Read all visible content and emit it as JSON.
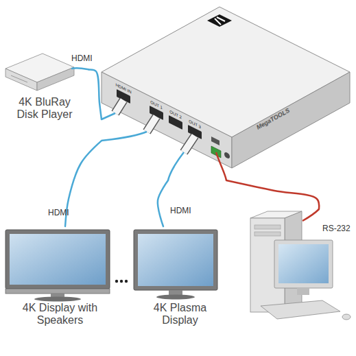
{
  "diagram": {
    "nodes": [
      {
        "text": [
          "4K BluRay Disk Player"
        ]
      },
      {
        "text": [
          "HDMI IN",
          "OUT 1",
          "OUT 2",
          "OUT 3"
        ]
      },
      {
        "text": [
          "4K Display with Speakers"
        ]
      },
      {
        "text": [
          "4K Plasma Display"
        ]
      },
      {
        "text": []
      }
    ],
    "edges": [
      {
        "from": 0,
        "to": 1,
        "label": "HDMI",
        "arrow": "none"
      },
      {
        "from": 1,
        "to": 2,
        "label": "HDMI",
        "arrow": "none"
      },
      {
        "from": 1,
        "to": 3,
        "label": "HDMI",
        "arrow": "none"
      },
      {
        "from": 1,
        "to": 4,
        "label": "RS-232",
        "arrow": "none"
      }
    ],
    "labels": [
      "MegaTOOLS"
    ]
  }
}
